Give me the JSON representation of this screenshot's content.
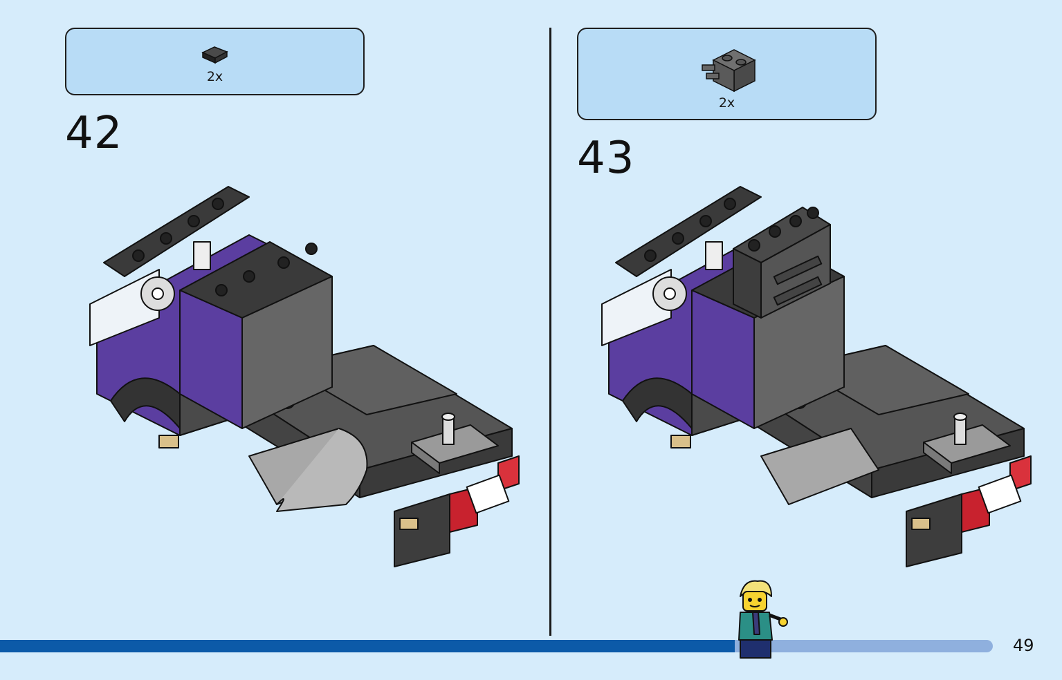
{
  "steps": [
    {
      "number": "42",
      "parts": [
        {
          "icon": "black-tile-1x1-icon",
          "quantity": "2x"
        }
      ]
    },
    {
      "number": "43",
      "parts": [
        {
          "icon": "dark-gray-brick-1x2-with-clips-icon",
          "quantity": "2x"
        }
      ]
    }
  ],
  "page": {
    "number": "49",
    "progress": 0.74
  },
  "colors": {
    "background": "#d6ecfb",
    "callout": "#b8dcf6",
    "progress_fill": "#0c5aa8",
    "progress_track": "#8fb0de",
    "truck_purple": "#5b3ea0",
    "truck_gray": "#595959",
    "stripe_orange": "#f08a2c"
  }
}
